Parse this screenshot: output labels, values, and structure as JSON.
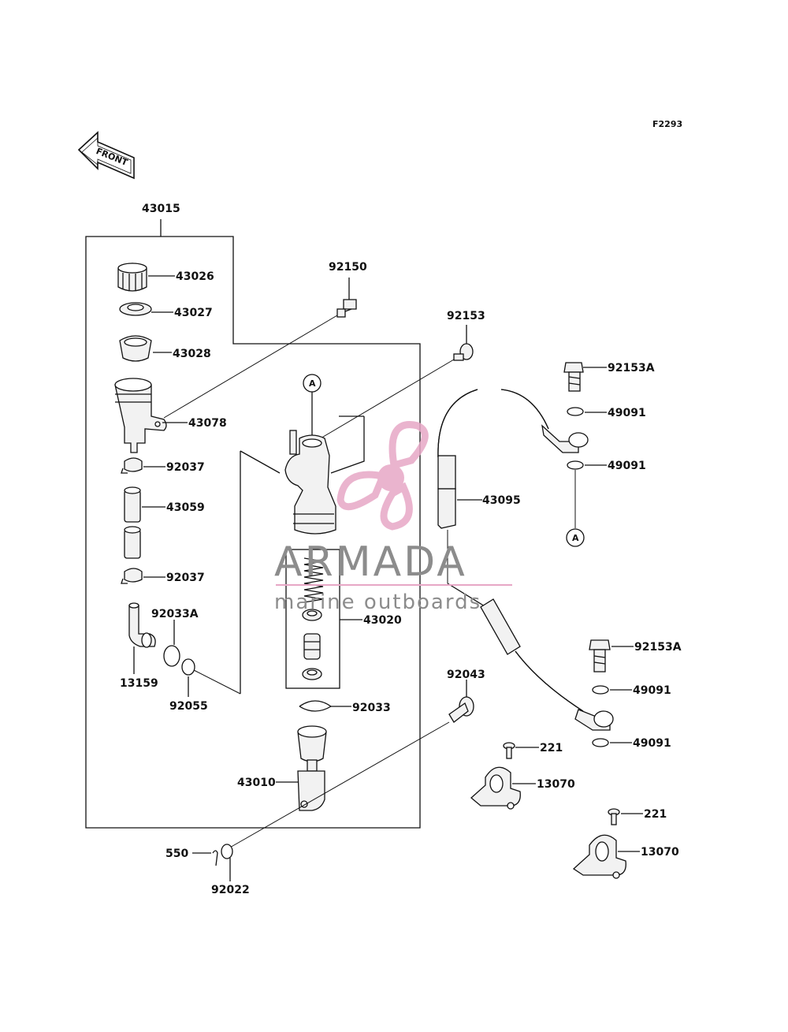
{
  "diagram": {
    "code": "F2293",
    "front_label": "FRONT",
    "ref_marker": "A"
  },
  "watermark": {
    "brand": "ARMADA",
    "tagline": "marine outboards",
    "logo_color": "#e7a7c6",
    "text_color": "#8c8c8c"
  },
  "labels": {
    "p43015": "43015",
    "p43026": "43026",
    "p43027": "43027",
    "p43028": "43028",
    "p43078": "43078",
    "p92037a": "92037",
    "p43059": "43059",
    "p92037b": "92037",
    "p92033A": "92033A",
    "p13159": "13159",
    "p92055": "92055",
    "p92150": "92150",
    "p92153": "92153",
    "p43020": "43020",
    "p92033": "92033",
    "p43010": "43010",
    "p550": "550",
    "p92022": "92022",
    "p92153A_top": "92153A",
    "p49091_1": "49091",
    "p49091_2": "49091",
    "p43095": "43095",
    "p92153A_bot": "92153A",
    "p49091_3": "49091",
    "p49091_4": "49091",
    "p92043": "92043",
    "p221_1": "221",
    "p13070_1": "13070",
    "p221_2": "221",
    "p13070_2": "13070"
  }
}
